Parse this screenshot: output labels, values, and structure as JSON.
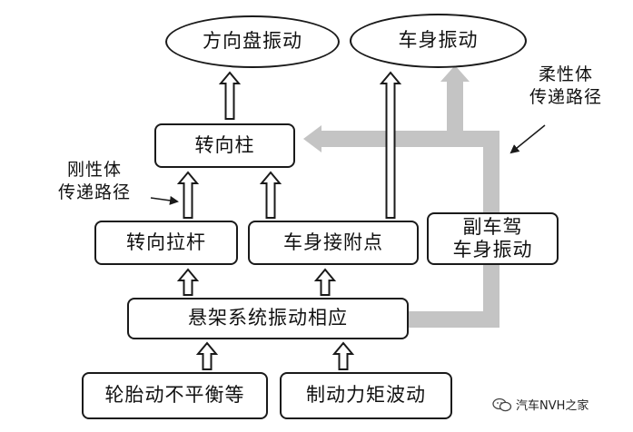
{
  "nodes": {
    "steering_wheel_vibration": "方向盘振动",
    "body_vibration": "车身振动",
    "steering_column": "转向柱",
    "tie_rod": "转向拉杆",
    "body_mount_point": "车身接附点",
    "subframe_line1": "副车驾",
    "subframe_line2": "车身振动",
    "suspension_response": "悬架系统振动相应",
    "tire_imbalance": "轮胎动不平衡等",
    "brake_torque_fluctuation": "制动力矩波动"
  },
  "notes": {
    "flexible_line1": "柔性体",
    "flexible_line2": "传递路径",
    "rigid_line1": "刚性体",
    "rigid_line2": "传递路径"
  },
  "watermark": {
    "text": "汽车NVH之家",
    "icon": "wechat-icon"
  },
  "colors": {
    "line": "#1a1a1a",
    "flexible_path": "#c4c4c4",
    "background": "#ffffff"
  }
}
